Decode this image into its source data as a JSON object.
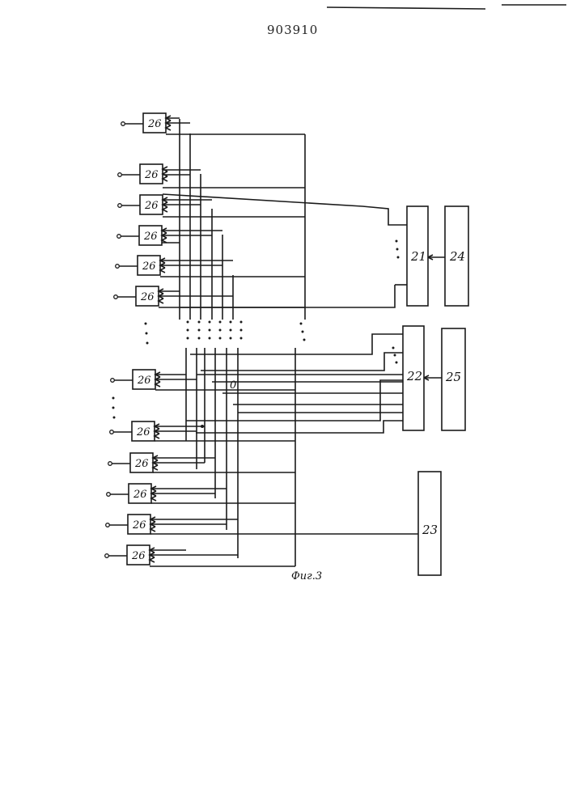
{
  "page_number": "903910",
  "figure_caption": "Фиг.3",
  "blocks": {
    "cell_label": "26",
    "unit_21": "21",
    "unit_22": "22",
    "unit_23": "23",
    "unit_24": "24",
    "unit_25": "25"
  },
  "marks": {
    "zero_mark": "0"
  }
}
